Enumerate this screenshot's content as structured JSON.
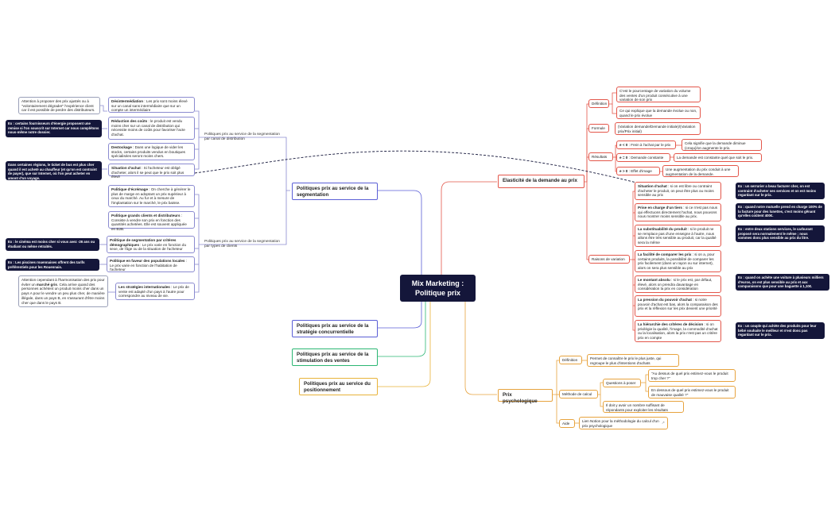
{
  "center": {
    "line1": "Mix Marketing :",
    "line2": "Politique prix"
  },
  "left_branches": [
    {
      "label": "Politiques prix au service de la segmentation"
    },
    {
      "label": "Politiques prix au service de la stratégie concurrentielle"
    },
    {
      "label": "Politiques prix au service de la stimulation des ventes"
    },
    {
      "label": "Politiques prix au service du positionnement"
    }
  ],
  "seg_subs": {
    "canal": "Politiques prix au service de la segmentation par canal de distribution",
    "clients": "Politiques prix au service de la segmentation par types de clients"
  },
  "canal_items": [
    {
      "title": "Désintermédiation",
      "text": " : Les prix sont moins élevé sur un canal sans intermédiaire que sur un compte un intermédiaire"
    },
    {
      "title": "Réduction des coûts",
      "text": " : le produit est vendu moins cher sur un canal de distribution qui nécessite moins de coûts pour favoriser l'acte d'achat."
    },
    {
      "title": "Destockage",
      "text": " : Dans une logique de vider les stocks, certains produits vendus en boutiques spécialisées seront moins chers."
    },
    {
      "title": "Situation d'achat",
      "text": " : Si l'acheteur est obligé d'acheter, alors il se peut que le prix soit plus élevé"
    }
  ],
  "client_items": [
    {
      "title": "Politique d'écrémage",
      "text": " : On cherche à générer le plus de marge en adoptant un prix supérieur à ceux du marché. Au fur et à mesure de l'implantation sur le marché, le prix baisse."
    },
    {
      "title": "Politique grands clients et distributeurs",
      "text": " : Consiste à vendre son prix en fonction des quantités achetées. Elle est souvent appliquée en B2B."
    },
    {
      "title": "Politique de segmentation par critères démographiques",
      "text": " : Le prix varie en fonction du sexe, de l'âge ou de la situation de l'acheteur"
    },
    {
      "title": "Politique en faveur des populations locales",
      "text": " : Le prix varie en fonction de l'habitation de l'acheteur"
    },
    {
      "title": "Les stratégies internationales",
      "text": " : Le prix de vente est adapté d'un pays à l'autre pour correspondre au niveau de vie."
    }
  ],
  "left_notes": {
    "attention1": "Attention à proposer des prix ajustés ou à \"volontairement dégrader\" l'expérience client car il est possible de perdre des distributeurs.",
    "ex_energie": "Ex : certains fournisseurs d'énergie proposent une remise si l'on souscrit sur Internet car nous complétons nous-même notre dossier.",
    "ex_bus": "Dans certaines régions, le ticket de bus est plus cher quand il est acheté au chauffeur (et qu'on est contraint de payer), que sur Internet, où l'on peut acheter en amont d'un voyage.",
    "ex_cinema": "Ex : le cinéma est moins cher si vous avez -26 ans ou étudiant ou même retraités.",
    "ex_piscines": "Ex : Les piscines rouennaises offrent des tarifs préférentiels pour les Rouennais.",
    "attention2_pre": "Attention cependant à l'harmonisation des prix pour éviter un ",
    "attention2_bold": "marché gris",
    "attention2_post": ". Cela arrive quand des personnes achètent un produit moins cher dans un pays A pour le vendre un peu plus cher, de manière illégale, dans un pays B, en s'assurant d'être moins cher que dans le pays B."
  },
  "elasticite": {
    "label": "Elasticité de la demande au prix",
    "definition_label": "Définition",
    "def1": "C'est le pourcentage de variation du volume des ventes d'un produit consécutive à une variation de son prix",
    "def2": "Ce qui explique que la demande évolue ou non, quand le prix évolue",
    "formule_label": "Formule",
    "formule": "(Variation demande/Demande initiale)/(Variation prix/Prix initial)",
    "resultats_label": "Résultats",
    "res1_title": "e < 0",
    "res1_text": " : Frein à l'achat par le prix",
    "res1_note": "Cela signifie que la demande diminue (croqu)/on augmente le prix.",
    "res2_title": "e = 0",
    "res2_text": " : Demande constante",
    "res2_note": "La demande est constante quel que soit le prix.",
    "res3_title": "e > 0",
    "res3_text": " : Effet d'image",
    "res3_note": "Une augmentation du prix conduit à une augmentation de la demande.",
    "raisons_label": "Raisons de variation",
    "raisons": [
      {
        "title": "Situation d'achat",
        "text": " : si on est libre ou contraint d'acheter le produit, on peut être plus ou moins sensible au prix"
      },
      {
        "title": "Prise en charge d'un tiers",
        "text": " : si ce n'est pas nous qui effectuons directement l'achat, nous pouvons nous montrer moins sensible au prix."
      },
      {
        "title": "La substituabilité du produit",
        "text": " : si le produit ne se remplace pas d'une enseigne à l'autre, nous allons être très sensible au produit, car la qualité sera la même"
      },
      {
        "title": "La facilité de comparer les prix",
        "text": " : si on a, pour certains produits, la possibilité de comparer les prix facilement (dans un rayon ou sur internet), alors on sera plus sensible au prix"
      },
      {
        "title": "Le montant absolu",
        "text": " : si le prix est, par défaut, élevé, alors on prendra davantage en considération la prix en considération"
      },
      {
        "title": "La pression du pouvoir d'achat",
        "text": " : si notre pouvoir d'achat est bas, alors la comparaison des prix et la réflexion sur les prix devient une priorité"
      },
      {
        "title": "La hiérarchie des critères de décision",
        "text": " : si on privilégie la qualité, l'image, la commodité d'achat ou la localisation, alors la prix n'est pas un critère prix en compte"
      }
    ],
    "examples": [
      "Ex : un serrurier a beau facturer cher, on est contraint d'acheter ses services et on est moins regardant sur le prix.",
      "Ex : quand notre mutuelle prend en charge 100% de la facture pour des lunettes, c'est moins gênant qu'elles coûtent 400€.",
      "Ex : entre deux stations services, le carburant proposé sera normalement le même ; nous sommes donc plus sensible au prix du litre.",
      "Ex : quand on achète une voiture à plusieurs milliers d'euros, on est plus sensible au prix et aux comparaisons que pour une baguette à 1,10€.",
      "Ex : un couple qui achète des produits pour leur bébé souhaite le meilleur et n'est donc pas regardant sur le prix."
    ]
  },
  "psycho": {
    "label": "Prix psychologique",
    "definition_label": "Définition",
    "definition": "Permet de connaître le prix le plus juste, qui regroupe le plus d'intentions d'achats",
    "methode_label": "Méthode de calcul",
    "questions_label": "Questions à poser",
    "q1": "\"Au dessus de quel prix estimez-vous le produit trop cher ?\"",
    "q2": "En dessous de quel prix estimez-vous le produit de mauvaise qualité ?\"",
    "note": "Il doit y avoir un nombre suffisant de répondants pour exploiter les résultats",
    "aide_label": "Aide",
    "aide": "Lien Notion pour la méthodologie du calcul d'un prix psychologique",
    "link_icon": "↗"
  }
}
